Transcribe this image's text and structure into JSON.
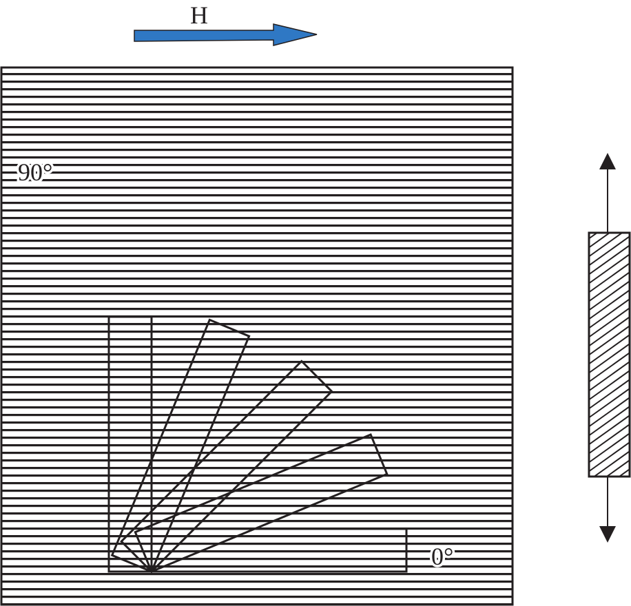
{
  "field_label": "H",
  "angle_labels": {
    "start": "90°",
    "end": "0°"
  },
  "colors": {
    "field_arrow": "#2f78c4",
    "line": "#231f20",
    "background": "#ffffff"
  },
  "specimen_angles_deg": [
    90,
    67.5,
    45,
    22.5,
    0
  ],
  "icons": {
    "field_direction": "right-arrow-icon",
    "loading_direction": "double-headed-vertical-arrow-icon"
  }
}
